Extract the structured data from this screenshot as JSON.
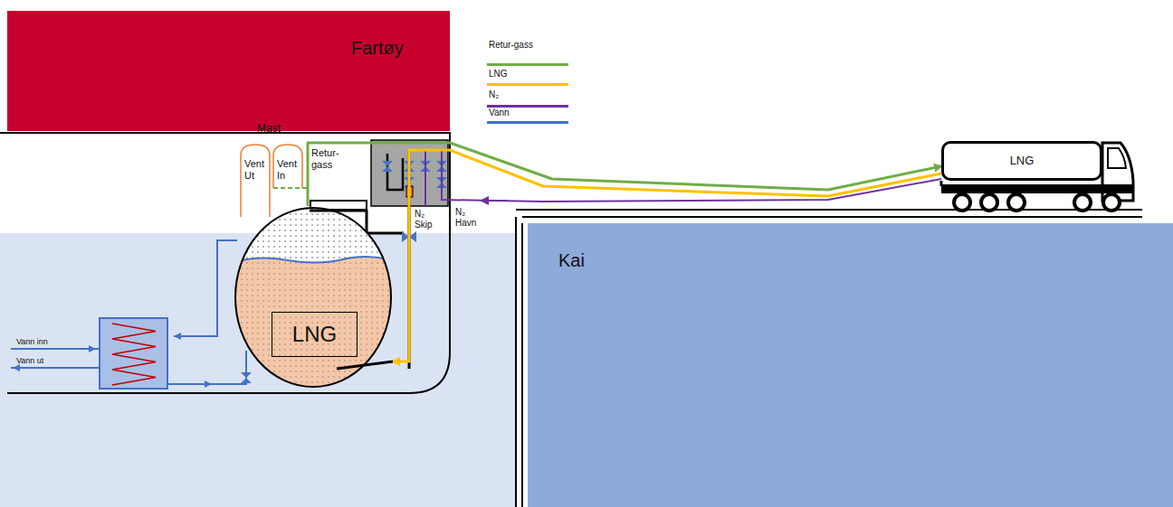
{
  "diagram": {
    "nodes": [
      {
        "text": [
          "Fartøy"
        ]
      },
      {
        "text": [
          "LNG"
        ]
      },
      {
        "text": [
          "LNG"
        ]
      },
      {
        "text": [
          "Kai"
        ]
      }
    ],
    "edges": [
      {
        "from": 2,
        "to": 1,
        "arrow": "to"
      },
      {
        "from": 1,
        "to": 2,
        "arrow": "to"
      }
    ],
    "labels": [
      "Mast",
      "Vent Ut",
      "Vent In",
      "Retur-gass",
      "N₂ Skip",
      "N₂ Havn",
      "Vann inn",
      "Vann ut"
    ],
    "legend": [
      {
        "text": "Retur-gass",
        "color": "#70ad47"
      },
      {
        "text": "LNG",
        "color": "#ffc000"
      },
      {
        "text": "N₂",
        "color": "#7030a0"
      },
      {
        "text": "Vann",
        "color": "#4472c4"
      }
    ]
  }
}
